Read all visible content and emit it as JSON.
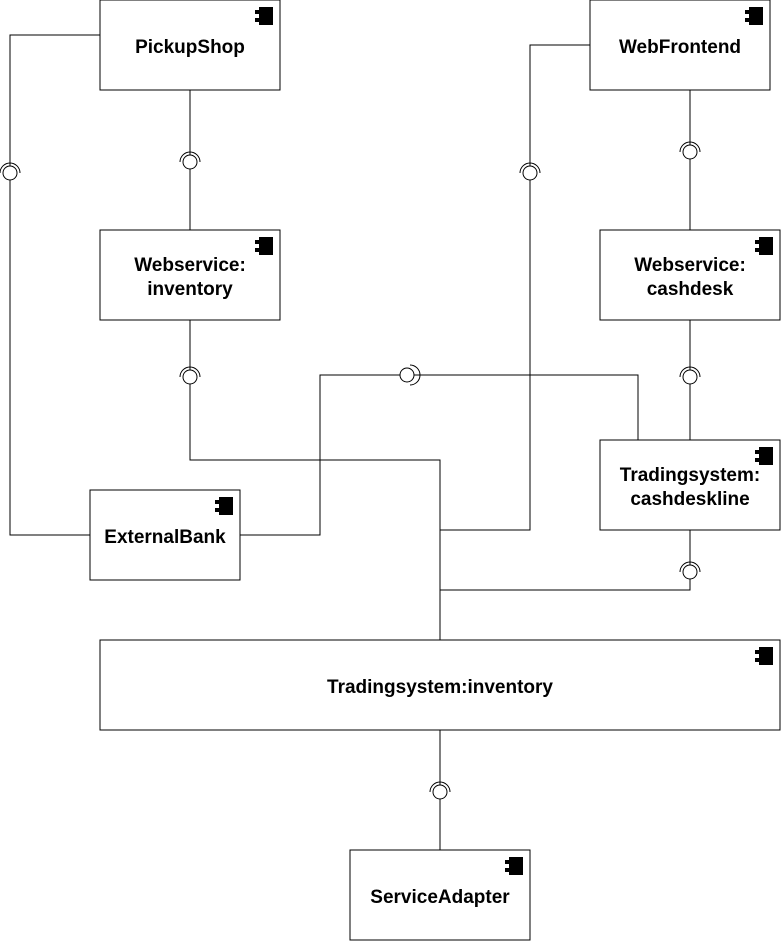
{
  "components": {
    "pickup_shop": {
      "label_lines": [
        "PickupShop"
      ]
    },
    "web_frontend": {
      "label_lines": [
        "WebFrontend"
      ]
    },
    "webservice_inventory": {
      "label_lines": [
        "Webservice:",
        "inventory"
      ]
    },
    "webservice_cashdesk": {
      "label_lines": [
        "Webservice:",
        "cashdesk"
      ]
    },
    "tradingsystem_cashdeskline": {
      "label_lines": [
        "Tradingsystem:",
        "cashdeskline"
      ]
    },
    "external_bank": {
      "label_lines": [
        "ExternalBank"
      ]
    },
    "tradingsystem_inventory": {
      "label_lines": [
        "Tradingsystem:inventory"
      ]
    },
    "service_adapter": {
      "label_lines": [
        "ServiceAdapter"
      ]
    }
  },
  "colors": {
    "stroke": "#000000",
    "fill": "#ffffff"
  },
  "icon": "component-icon"
}
